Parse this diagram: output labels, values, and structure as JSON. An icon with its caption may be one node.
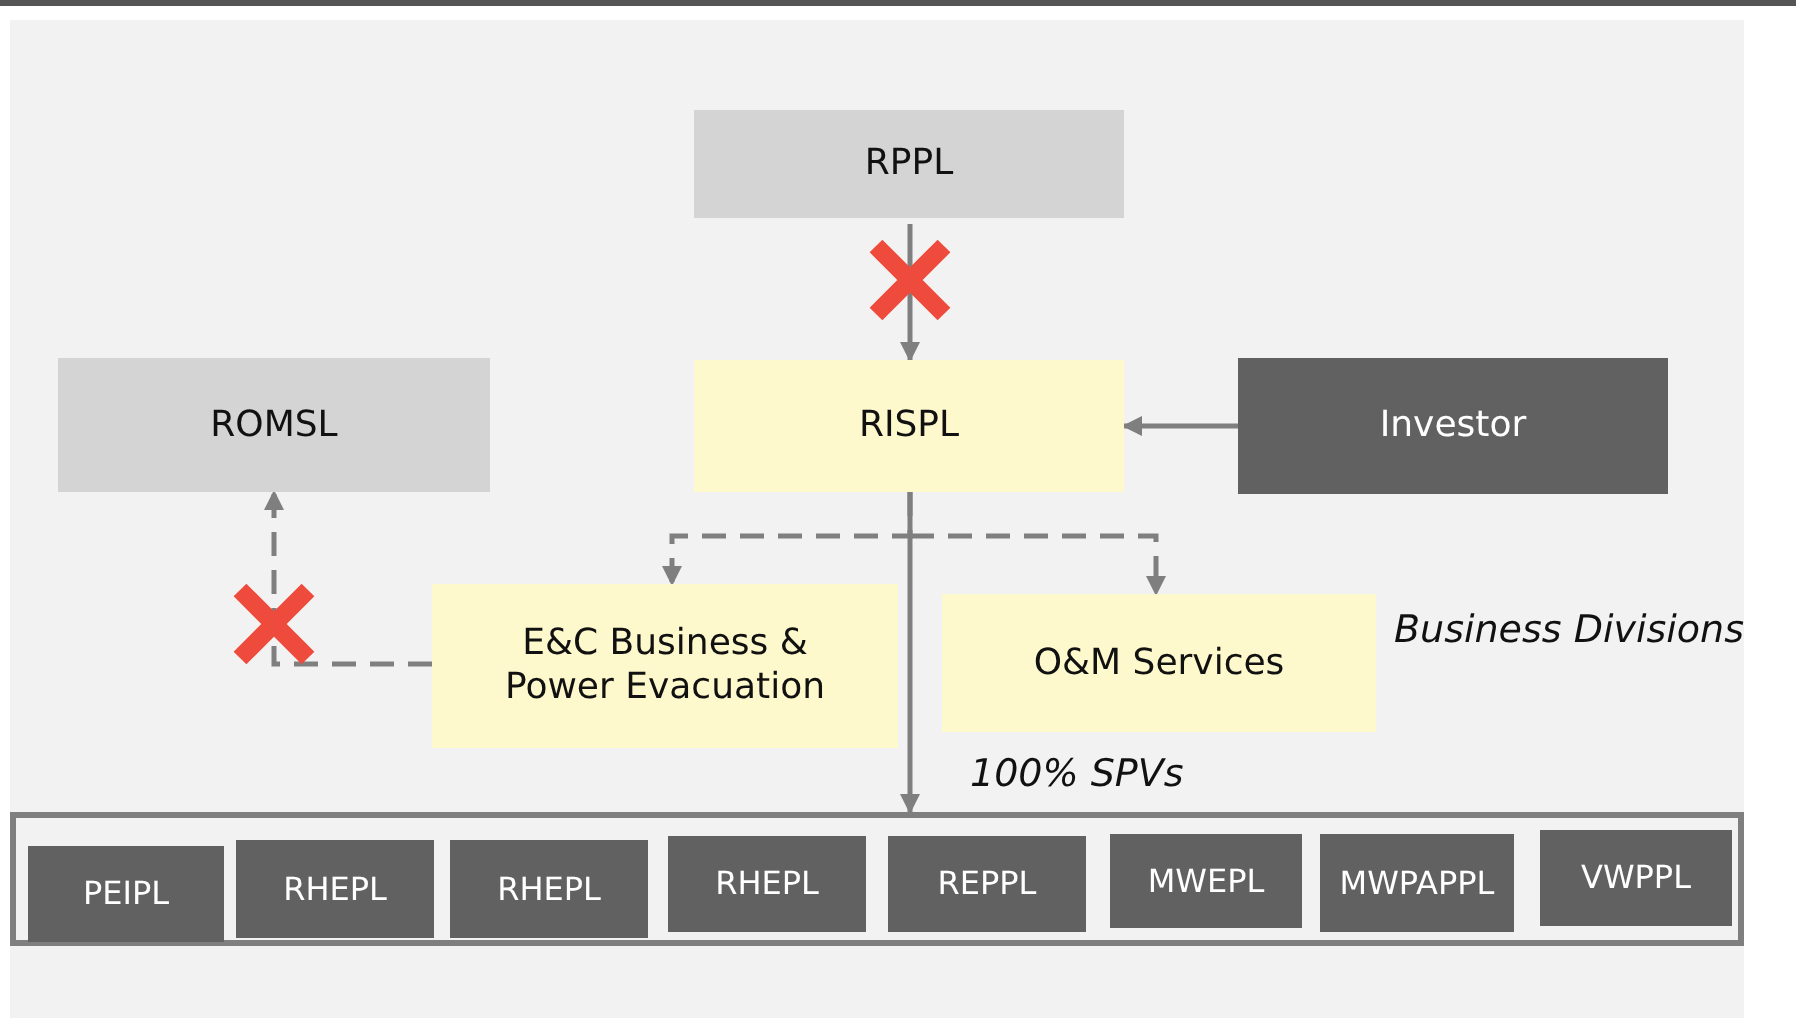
{
  "diagram": {
    "nodes": [
      {
        "text": [
          "RPPL"
        ]
      },
      {
        "text": [
          "ROMSL"
        ]
      },
      {
        "text": [
          "RISPL"
        ]
      },
      {
        "text": [
          "Investor"
        ]
      },
      {
        "text": [
          "E&C Business & Power Evacuation"
        ]
      },
      {
        "text": [
          "O&M Services"
        ]
      },
      {
        "text": [],
        "shape": "box"
      },
      {
        "text": [
          "PEIPL"
        ],
        "in": 6
      },
      {
        "text": [
          "RHEPL"
        ],
        "in": 6
      },
      {
        "text": [
          "RHEPL"
        ],
        "in": 6
      },
      {
        "text": [
          "RHEPL"
        ],
        "in": 6
      },
      {
        "text": [
          "REPPL"
        ],
        "in": 6
      },
      {
        "text": [
          "MWEPL"
        ],
        "in": 6
      },
      {
        "text": [
          "MWPAPPL"
        ],
        "in": 6
      },
      {
        "text": [
          "VWPPL"
        ],
        "in": 6
      }
    ],
    "edges": [
      {
        "from": 0,
        "to": 2,
        "arrow": "to"
      },
      {
        "from": 3,
        "to": 2,
        "arrow": "to"
      },
      {
        "from": 2,
        "to": 4,
        "arrow": "to",
        "style": "dashed"
      },
      {
        "from": 2,
        "to": 5,
        "arrow": "to",
        "style": "dashed"
      },
      {
        "from": 2,
        "to": 6,
        "arrow": "to",
        "label": "100% SPVs"
      },
      {
        "from": 4,
        "to": 1,
        "arrow": "to",
        "style": "dashed"
      }
    ],
    "labels": [
      "Business Divisions"
    ]
  }
}
